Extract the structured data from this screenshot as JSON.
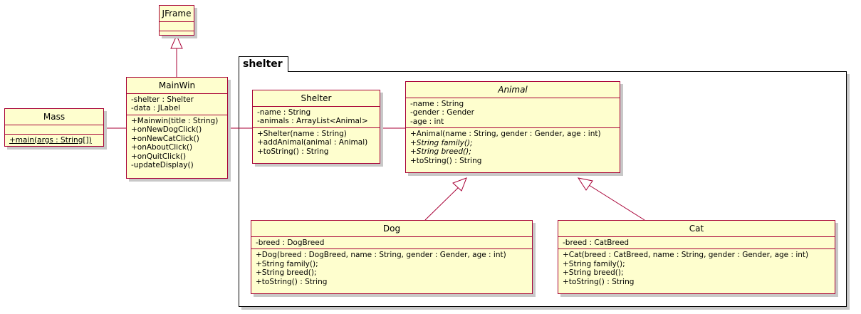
{
  "package": {
    "name": "shelter"
  },
  "classes": {
    "jframe": {
      "name": "JFrame",
      "attributes": [],
      "methods": []
    },
    "mainwin": {
      "name": "MainWin",
      "attributes": [
        "-shelter : Shelter",
        "-data : JLabel"
      ],
      "methods": [
        "+Mainwin(title : String)",
        "+onNewDogClick()",
        "+onNewCatClick()",
        "+onAboutClick()",
        "+onQuitClick()",
        "-updateDisplay()"
      ]
    },
    "mass": {
      "name": "Mass",
      "attributes": [],
      "methods": [
        "+main(args : String[])"
      ]
    },
    "shelter": {
      "name": "Shelter",
      "attributes": [
        "-name : String",
        "-animals : ArrayList<Animal>"
      ],
      "methods": [
        "+Shelter(name : String)",
        "+addAnimal(animal : Animal)",
        "+toString() : String"
      ]
    },
    "animal": {
      "name": "Animal",
      "attributes": [
        "-name : String",
        "-gender : Gender",
        "-age : int"
      ],
      "methods": [
        "+Animal(name : String, gender : Gender, age : int)",
        "+String family();",
        "+String breed();",
        "+toString() : String"
      ]
    },
    "dog": {
      "name": "Dog",
      "attributes": [
        "-breed : DogBreed"
      ],
      "methods": [
        "+Dog(breed : DogBreed, name : String, gender : Gender, age : int)",
        "+String family();",
        "+String breed();",
        "+toString() : String"
      ]
    },
    "cat": {
      "name": "Cat",
      "attributes": [
        "-breed : CatBreed"
      ],
      "methods": [
        "+Cat(breed : CatBreed, name : String, gender : Gender, age : int)",
        "+String family();",
        "+String breed();",
        "+toString() : String"
      ]
    }
  },
  "colors": {
    "fill": "#fefece",
    "border": "#a80036",
    "line": "#a80036",
    "shadow": "#c8c8c8"
  }
}
